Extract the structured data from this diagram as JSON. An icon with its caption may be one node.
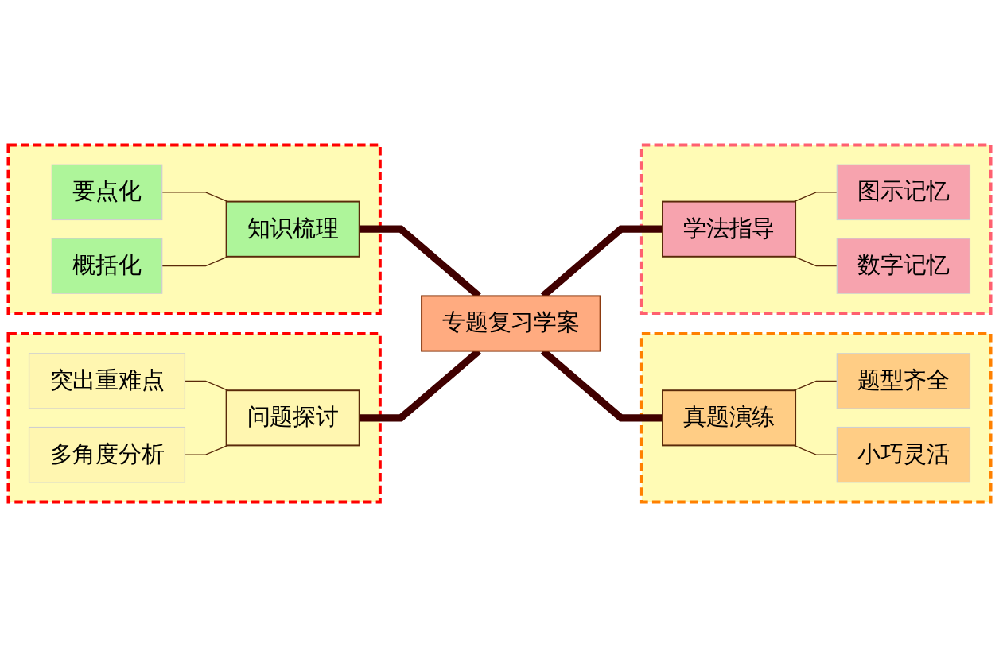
{
  "diagram": {
    "nodes": [
      {
        "text": [],
        "shape": "box"
      },
      {
        "text": [
          "知识梳理"
        ],
        "in": 0
      },
      {
        "text": [
          "要点化"
        ],
        "in": 0
      },
      {
        "text": [
          "概括化"
        ],
        "in": 0
      },
      {
        "text": [],
        "shape": "box"
      },
      {
        "text": [
          "学法指导"
        ],
        "in": 4
      },
      {
        "text": [
          "图示记忆"
        ],
        "in": 4
      },
      {
        "text": [
          "数字记忆"
        ],
        "in": 4
      },
      {
        "text": [
          "专题复习学案"
        ]
      },
      {
        "text": [],
        "shape": "box"
      },
      {
        "text": [
          "问题探讨"
        ],
        "in": 9
      },
      {
        "text": [
          "突出重难点"
        ],
        "in": 9
      },
      {
        "text": [
          "多角度分析"
        ],
        "in": 9
      },
      {
        "text": [],
        "shape": "box"
      },
      {
        "text": [
          "真题演练"
        ],
        "in": 13
      },
      {
        "text": [
          "题型齐全"
        ],
        "in": 13
      },
      {
        "text": [
          "小巧灵活"
        ],
        "in": 13
      }
    ],
    "edges": [
      {
        "from": 1,
        "to": 8,
        "arrow": "none",
        "style": "thick",
        "color": "#400000"
      },
      {
        "from": 8,
        "to": 5,
        "arrow": "none",
        "style": "thick",
        "color": "#400000"
      },
      {
        "from": 10,
        "to": 8,
        "arrow": "none",
        "style": "thick",
        "color": "#400000"
      },
      {
        "from": 8,
        "to": 14,
        "arrow": "none",
        "style": "thick",
        "color": "#400000"
      },
      {
        "from": 2,
        "to": 1,
        "arrow": "none"
      },
      {
        "from": 3,
        "to": 1,
        "arrow": "none"
      },
      {
        "from": 5,
        "to": 6,
        "arrow": "none"
      },
      {
        "from": 5,
        "to": 7,
        "arrow": "none"
      },
      {
        "from": 11,
        "to": 10,
        "arrow": "none"
      },
      {
        "from": 12,
        "to": 10,
        "arrow": "none"
      },
      {
        "from": 14,
        "to": 15,
        "arrow": "none"
      },
      {
        "from": 14,
        "to": 16,
        "arrow": "none"
      }
    ]
  }
}
